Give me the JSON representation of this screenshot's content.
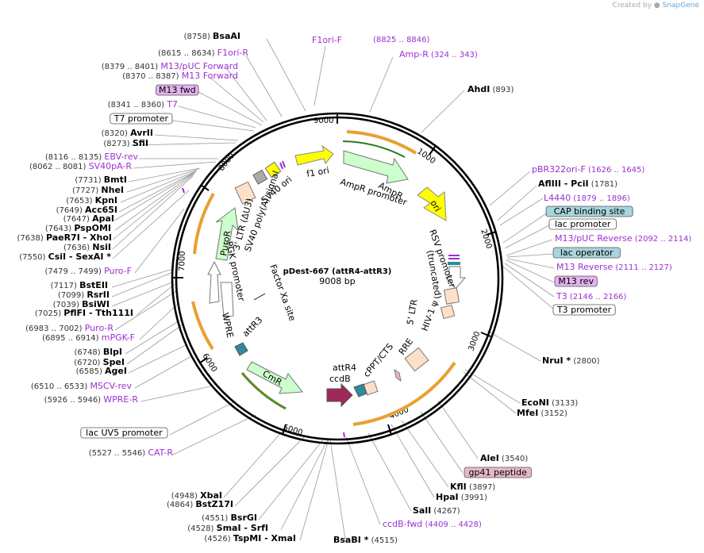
{
  "credit": {
    "prefix": "Created by",
    "brand": "SnapGene"
  },
  "map": {
    "name": "pDest-667 (attR4-attR3)",
    "size": "9008 bp"
  },
  "ticks": [
    "1000",
    "2000",
    "3000",
    "4000",
    "5000",
    "6000",
    "7000",
    "8000",
    "9000"
  ],
  "features": {
    "f1_ori": "f1 ori",
    "ampr": "AmpR",
    "ampr_promoter": "AmpR promoter",
    "ori": "ori",
    "rsv_promoter": "RSV promoter",
    "trunc": "(truncated)",
    "ltr5": "5' LTR",
    "hiv_psi": "HIV-1 ψ",
    "rre": "RRE",
    "cppt": "cPPT/CTS",
    "attr4": "attR4",
    "ccdb": "ccdB",
    "cmr": "CmR",
    "attr3": "attR3",
    "factor_xa": "Factor Xa site",
    "wpre": "WPRE",
    "pgk_promoter": "PGK promoter",
    "puror": "PuroR",
    "ltr3": "3' LTR (ΔU3)",
    "sv40_polya": "SV40 poly(A) signal",
    "sv40_ori": "SV40 ori"
  },
  "left_labels": [
    {
      "pos": "(8758)",
      "name": "BsaAI"
    },
    {
      "pos": "(8615 .. 8634)",
      "name": "F1ori-R",
      "purple": true
    },
    {
      "pos": "(8379 .. 8401)",
      "name": "M13/pUC Forward",
      "purple": true
    },
    {
      "pos": "(8370 .. 8387)",
      "name": "M13 Forward",
      "purple": true
    },
    {
      "box": "M13 fwd",
      "style": "purple"
    },
    {
      "pos": "(8341 .. 8360)",
      "name": "T7",
      "purple": true
    },
    {
      "box": "T7 promoter",
      "style": "white"
    },
    {
      "pos": "(8320)",
      "name": "AvrII"
    },
    {
      "pos": "(8273)",
      "name": "SfiI"
    },
    {
      "pos": "(8116 .. 8135)",
      "name": "EBV-rev",
      "purple": true
    },
    {
      "pos": "(8062 .. 8081)",
      "name": "SV40pA-R",
      "purple": true
    },
    {
      "pos": "(7731)",
      "name": "BmtI"
    },
    {
      "pos": "(7727)",
      "name": "NheI"
    },
    {
      "pos": "(7653)",
      "name": "KpnI"
    },
    {
      "pos": "(7649)",
      "name": "Acc65I"
    },
    {
      "pos": "(7647)",
      "name": "ApaI"
    },
    {
      "pos": "(7643)",
      "name": "PspOMI"
    },
    {
      "pos": "(7638)",
      "name": "PaeR7I",
      "suffix": "- XhoI"
    },
    {
      "pos": "(7636)",
      "name": "NsiI"
    },
    {
      "pos": "(7550)",
      "name": "CsiI",
      "suffix": "- SexAI *"
    },
    {
      "pos": "(7479 .. 7499)",
      "name": "Puro-F",
      "purple": true
    },
    {
      "pos": "(7117)",
      "name": "BstEII"
    },
    {
      "pos": "(7099)",
      "name": "RsrII"
    },
    {
      "pos": "(7039)",
      "name": "BsiWI"
    },
    {
      "pos": "(7025)",
      "name": "PflFI",
      "suffix": "- Tth111I"
    },
    {
      "pos": "(6983 .. 7002)",
      "name": "Puro-R",
      "purple": true
    },
    {
      "pos": "(6895 .. 6914)",
      "name": "mPGK-F",
      "purple": true
    },
    {
      "pos": "(6748)",
      "name": "BlpI"
    },
    {
      "pos": "(6720)",
      "name": "SpeI"
    },
    {
      "pos": "(6585)",
      "name": "AgeI"
    },
    {
      "pos": "(6510 .. 6533)",
      "name": "MSCV-rev",
      "purple": true
    },
    {
      "pos": "(5926 .. 5946)",
      "name": "WPRE-R",
      "purple": true
    },
    {
      "box": "lac UV5 promoter",
      "style": "white"
    },
    {
      "pos": "(5527 .. 5546)",
      "name": "CAT-R",
      "purple": true
    },
    {
      "pos": "(4948)",
      "name": "XbaI"
    },
    {
      "pos": "(4864)",
      "name": "BstZ17I"
    },
    {
      "pos": "(4551)",
      "name": "BsrGI"
    },
    {
      "pos": "(4528)",
      "name": "SmaI",
      "suffix": "- SrfI"
    },
    {
      "pos": "(4526)",
      "name": "TspMI",
      "suffix": "- XmaI"
    }
  ],
  "right_labels": [
    {
      "name": "F1ori-F",
      "purple": true
    },
    {
      "name": "Amp-R",
      "pos": "(324 .. 343)",
      "purple": true
    },
    {
      "pos": "(8825 .. 8846)",
      "purple": true
    },
    {
      "name": "AhdI",
      "pos": "(893)"
    },
    {
      "name": "pBR322ori-F",
      "pos": "(1626 .. 1645)",
      "purple": true
    },
    {
      "name": "AflIII",
      "suffix": "- PciI",
      "pos": "(1781)"
    },
    {
      "name": "L4440",
      "pos": "(1879 .. 1896)",
      "purple": true
    },
    {
      "box": "CAP binding site",
      "style": "teal"
    },
    {
      "box": "lac promoter",
      "style": "white"
    },
    {
      "name": "M13/pUC Reverse",
      "pos": "(2092 .. 2114)",
      "purple": true
    },
    {
      "box": "lac operator",
      "style": "teal"
    },
    {
      "name": "M13 Reverse",
      "pos": "(2111 .. 2127)",
      "purple": true
    },
    {
      "box": "M13 rev",
      "style": "purple"
    },
    {
      "name": "T3",
      "pos": "(2146 .. 2166)",
      "purple": true
    },
    {
      "box": "T3 promoter",
      "style": "white"
    },
    {
      "name": "NruI *",
      "pos": "(2800)"
    },
    {
      "name": "EcoNI",
      "pos": "(3133)"
    },
    {
      "name": "MfeI",
      "pos": "(3152)"
    },
    {
      "name": "AleI",
      "pos": "(3540)"
    },
    {
      "box": "gp41 peptide",
      "style": "pink"
    },
    {
      "name": "KflI",
      "pos": "(3897)"
    },
    {
      "name": "HpaI",
      "pos": "(3991)"
    },
    {
      "name": "SalI",
      "pos": "(4267)"
    },
    {
      "name": "ccdB-fwd",
      "pos": "(4409 .. 4428)",
      "purple": true
    },
    {
      "name": "BsaBI *",
      "pos": "(4515)"
    }
  ]
}
